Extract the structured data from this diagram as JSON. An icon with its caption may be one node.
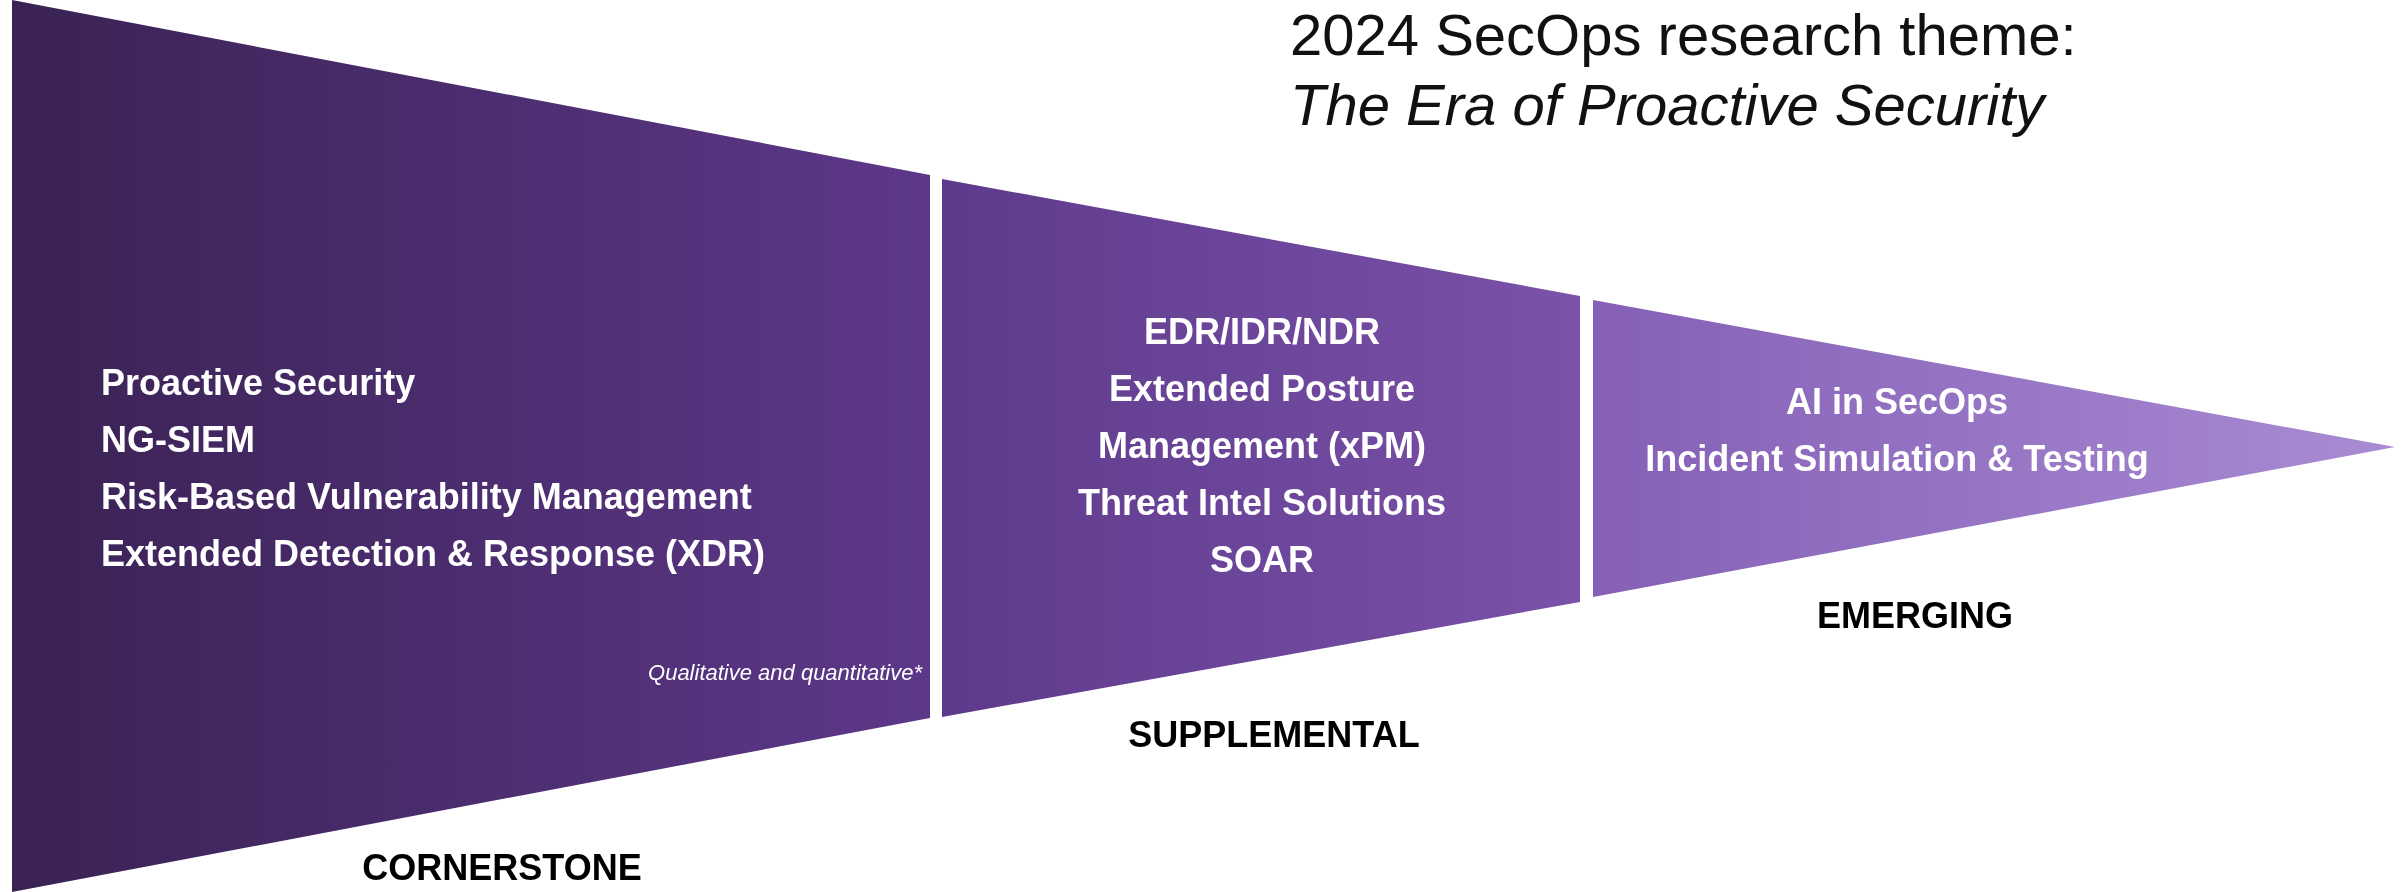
{
  "diagram": {
    "title": "2024 SecOps research theme: *The Era of Proactive Security*",
    "nodes": [
      {
        "text": [
          "Proactive Security",
          "NG-SIEM",
          "Risk-Based Vulnerability Management",
          "Extended Detection & Response (XDR)",
          "Qualitative and quantitative*"
        ],
        "beside": [
          "CORNERSTONE"
        ]
      },
      {
        "text": [
          "EDR/IDR/NDR",
          "Extended Posture Management (xPM)",
          "Threat Intel Solutions",
          "SOAR"
        ],
        "beside": [
          "SUPPLEMENTAL"
        ]
      },
      {
        "text": [
          "AI in SecOps",
          "Incident Simulation & Testing"
        ],
        "beside": [
          "EMERGING"
        ]
      }
    ]
  }
}
